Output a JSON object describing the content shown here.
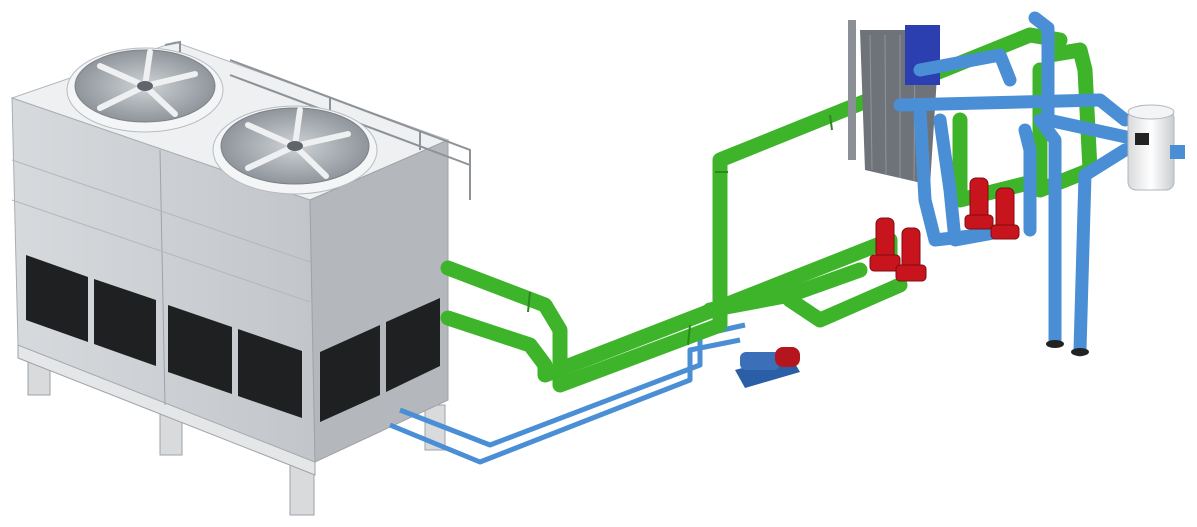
{
  "colors": {
    "background": "#ffffff",
    "tower_light": "#e6e8ea",
    "tower_mid": "#c9ccd0",
    "tower_dark": "#a9adb2",
    "louver": "#1e1f21",
    "green_pipe": "#3db42a",
    "blue_pipe": "#4a8fd6",
    "pump_red": "#c8141c",
    "exchanger_blue": "#2b3fb0",
    "exchanger_plates": "#6e737a"
  },
  "icons": [
    "cooling-tower",
    "fan",
    "pump",
    "heat-exchanger",
    "tank"
  ]
}
